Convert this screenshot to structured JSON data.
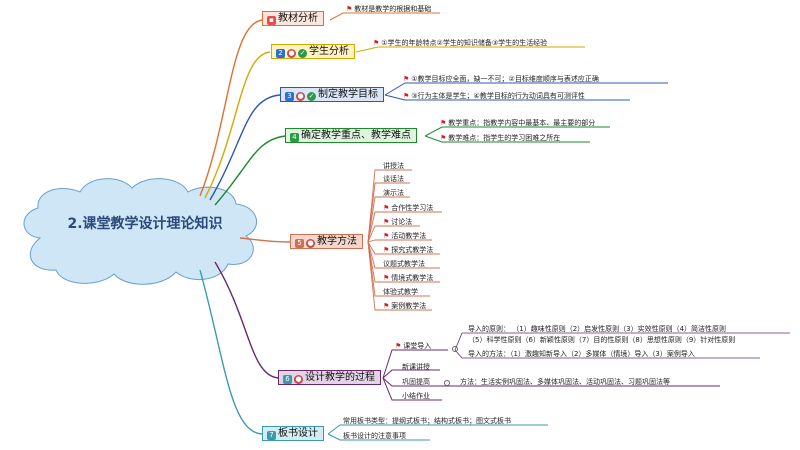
{
  "center": {
    "title": "2.课堂教学设计理论知识"
  },
  "branches": {
    "b1": {
      "label": "教材分析",
      "items": [
        "教材是教学的根据和基础"
      ]
    },
    "b2": {
      "label": "学生分析",
      "items": [
        "①学生的年龄特点②学生的知识储备③学生的生活经验"
      ]
    },
    "b3": {
      "label": "制定教学目标",
      "items": [
        "①教学目标应全面，缺一不可；②目标维度顺序与表述应正确",
        "③行为主体是学生；④教学目标的行为动词具有可测评性"
      ]
    },
    "b4": {
      "label": "确定教学重点、教学难点",
      "items": [
        "教学重点：指教学内容中最基本、最主要的部分",
        "教学难点：指学生的学习困难之所在"
      ]
    },
    "b5": {
      "label": "教学方法",
      "items": [
        "讲授法",
        "谈话法",
        "演示法",
        "合作性学习法",
        "讨论法",
        "活动教学法",
        "探究式教学法",
        "议题式教学法",
        "情境式教学法",
        "体验式教学",
        "案例教学法"
      ]
    },
    "b6": {
      "label": "设计教学的过程",
      "sub1": "课堂导入",
      "sub1_a_label": "导入的原则：",
      "sub1_a_line1": "（1）趣味性原则（2）启发性原则（3）实效性原则（4）简洁性原则",
      "sub1_a_line2": "（5）科学性原则（6）新颖性原则（7）目的性原则（8）思想性原则（9）针对性原则",
      "sub1_b": "导入的方法：（1）激趣知新导入（2）多媒体（情境）导入（3）案例导入",
      "sub2": "新课讲授",
      "sub3": "巩固提高",
      "sub3_detail": "方法：生活实例巩固法、多媒体巩固法、活动巩固法、习题巩固法等",
      "sub4": "小结作业"
    },
    "b7": {
      "label": "板书设计",
      "items": [
        "常用板书类型：提纲式板书；结构式板书；图文式板书",
        "板书设计的注意事项"
      ]
    }
  },
  "colors": {
    "b1": "#e07030",
    "b2": "#d4a800",
    "b3": "#2c58b3",
    "b4": "#1e8a2a",
    "b5": "#d07050",
    "b6": "#6a2a6a",
    "b7": "#3a9ab0",
    "cloud": "#cfe6f7"
  }
}
